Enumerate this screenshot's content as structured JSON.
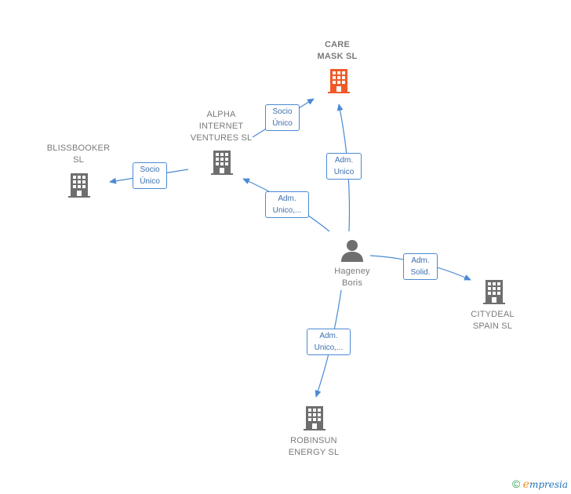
{
  "colors": {
    "edge": "#4a8ad4",
    "node": "#6e6e6e",
    "highlight": "#f05a28"
  },
  "nodes": {
    "care_mask": {
      "line1": "CARE",
      "line2": "MASK  SL"
    },
    "alpha": {
      "line1": "ALPHA",
      "line2": "INTERNET",
      "line3": "VENTURES SL"
    },
    "blissbooker": {
      "line1": "BLISSBOOKER",
      "line2": "SL"
    },
    "hageney": {
      "line1": "Hageney",
      "line2": "Boris"
    },
    "citydeal": {
      "line1": "CITYDEAL",
      "line2": "SPAIN  SL"
    },
    "robinsun": {
      "line1": "ROBINSUN",
      "line2": "ENERGY  SL"
    }
  },
  "edges": {
    "alpha_care": {
      "line1": "Socio",
      "line2": "Único"
    },
    "alpha_bliss": {
      "line1": "Socio",
      "line2": "Único"
    },
    "hag_care": {
      "line1": "Adm.",
      "line2": "Unico"
    },
    "hag_alpha": {
      "line1": "Adm.",
      "line2": "Unico,..."
    },
    "hag_city": {
      "line1": "Adm.",
      "line2": "Solid."
    },
    "hag_robin": {
      "line1": "Adm.",
      "line2": "Unico,..."
    }
  },
  "brand": {
    "copyright": "©",
    "e": "e",
    "rest": "mpresia"
  }
}
